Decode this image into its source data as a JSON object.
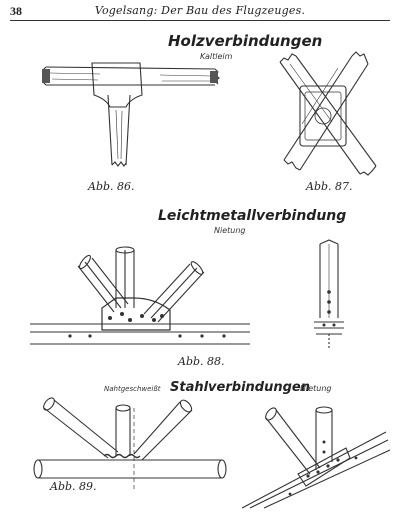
{
  "header": {
    "page_number": "38",
    "running_title": "Vogelsang: Der Bau des Flugzeuges."
  },
  "sections": {
    "wood": {
      "title": "Holzverbindungen",
      "subtitle": "Kaltleim"
    },
    "light_metal": {
      "title": "Leichtmetallverbindung",
      "subtitle": "Nietung"
    },
    "steel": {
      "title": "Stahlverbindungen",
      "prefix": "Nahtgeschweißt",
      "right_label": "Nietung"
    }
  },
  "figures": {
    "fig86": "Abb. 86.",
    "fig87": "Abb. 87.",
    "fig88": "Abb. 88.",
    "fig89": "Abb. 89."
  }
}
